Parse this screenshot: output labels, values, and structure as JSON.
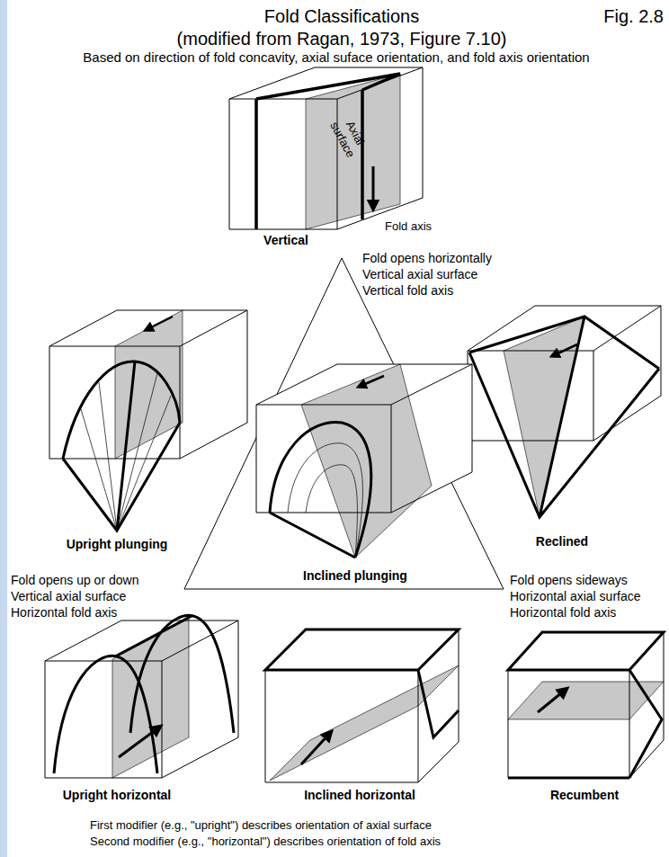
{
  "diagram": {
    "title": "Fold Classifications",
    "labels": [
      "Fig. 2.8",
      "(modified from Ragan, 1973, Figure 7.10)",
      "Based on direction of fold concavity, axial suface orientation, and fold axis orientation",
      "Axial surface",
      "Fold axis",
      "Vertical",
      "Fold opens horizontally",
      "Vertical axial surface",
      "Vertical fold axis",
      "Upright plunging",
      "Reclined",
      "Inclined plunging",
      "Fold opens up or down",
      "Vertical axial surface",
      "Horizontal fold axis",
      "Fold opens sideways",
      "Horizontal axial surface",
      "Horizontal fold axis",
      "Upright horizontal",
      "Inclined horizontal",
      "Recumbent",
      "First modifier (e.g., \"upright\") describes orientation of axial surface",
      "Second modifier (e.g., \"horizontal\") describes orientation of fold axis"
    ]
  }
}
